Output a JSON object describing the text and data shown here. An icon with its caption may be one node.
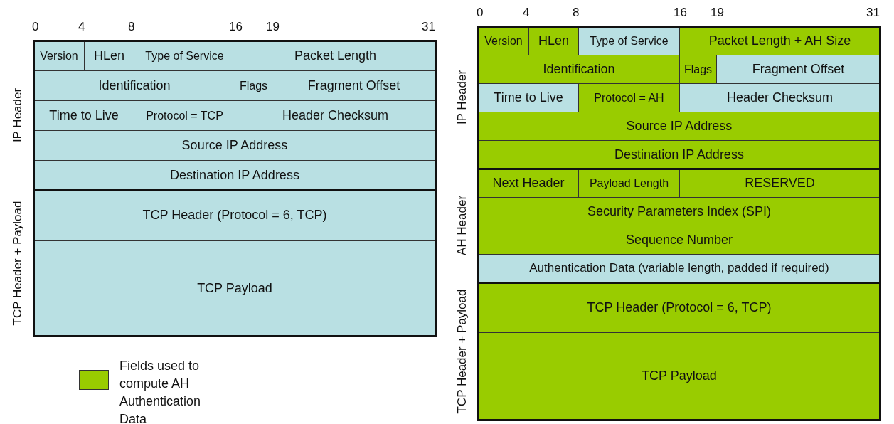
{
  "diagram": {
    "nodes": [
      {
        "text": [
          "Version"
        ]
      },
      {
        "text": [
          "HLen"
        ]
      },
      {
        "text": [
          "Type of Service"
        ]
      },
      {
        "text": [
          "Packet Length"
        ]
      },
      {
        "text": [
          "Identification"
        ]
      },
      {
        "text": [
          "Flags"
        ]
      },
      {
        "text": [
          "Fragment Offset"
        ]
      },
      {
        "text": [
          "Time to Live"
        ]
      },
      {
        "text": [
          "Protocol = TCP"
        ]
      },
      {
        "text": [
          "Header Checksum"
        ]
      },
      {
        "text": [
          "Source IP Address"
        ]
      },
      {
        "text": [
          "Destination IP Address"
        ]
      },
      {
        "text": [
          "TCP Header (Protocol = 6, TCP)"
        ]
      },
      {
        "text": [
          "TCP Payload"
        ]
      },
      {
        "text": [
          "Version"
        ]
      },
      {
        "text": [
          "HLen"
        ]
      },
      {
        "text": [
          "Type of Service"
        ]
      },
      {
        "text": [
          "Packet Length + AH Size"
        ]
      },
      {
        "text": [
          "Identification"
        ]
      },
      {
        "text": [
          "Flags"
        ]
      },
      {
        "text": [
          "Fragment Offset"
        ]
      },
      {
        "text": [
          "Time to Live"
        ]
      },
      {
        "text": [
          "Protocol = AH"
        ]
      },
      {
        "text": [
          "Header Checksum"
        ]
      },
      {
        "text": [
          "Source IP Address"
        ]
      },
      {
        "text": [
          "Destination IP Address"
        ]
      },
      {
        "text": [
          "Next Header"
        ]
      },
      {
        "text": [
          "Payload Length"
        ]
      },
      {
        "text": [
          "RESERVED"
        ]
      },
      {
        "text": [
          "Security Parameters Index (SPI)"
        ]
      },
      {
        "text": [
          "Sequence Number"
        ]
      },
      {
        "text": [
          "Authentication Data (variable length, padded if required)"
        ]
      },
      {
        "text": [
          "TCP Header (Protocol = 6, TCP)"
        ]
      },
      {
        "text": [
          "TCP Payload"
        ]
      }
    ],
    "labels": [
      "0",
      "4",
      "8",
      "16",
      "19",
      "31",
      "IP Header",
      "TCP Header + Payload",
      "0",
      "4",
      "8",
      "16",
      "19",
      "31",
      "IP Header",
      "AH Header",
      "TCP Header + Payload"
    ],
    "legend": [
      {
        "text": "Fields used to compute AH Authentication Data",
        "color": "#99cc00"
      }
    ]
  }
}
